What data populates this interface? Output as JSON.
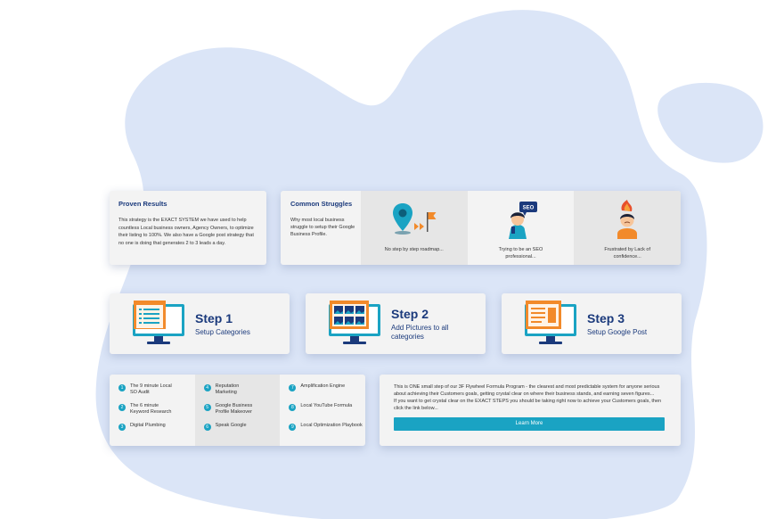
{
  "colors": {
    "blob": "#dbe5f7",
    "navy": "#1b3a7c",
    "accent": "#1aa3c3",
    "orange": "#f28a2a"
  },
  "proven": {
    "title": "Proven Results",
    "body": "This strategy is the EXACT SYSTEM we have used to help countless Local business owners, Agency Owners, to optimize their listing to 100%. We also have a Google post strategy that no one is doing that generates 2 to 3 leads a day."
  },
  "struggles": {
    "title": "Common Struggles",
    "body": "Why most local business struggle to setup their Google Business Profile.",
    "items": [
      {
        "icon": "roadmap-icon",
        "caption": "No step by step roadmap..."
      },
      {
        "icon": "seo-person-icon",
        "badge": "SEO",
        "caption": "Trying to be an SEO professional..."
      },
      {
        "icon": "frustrated-person-icon",
        "caption": "Frustrated by Lack of confidence..."
      }
    ]
  },
  "steps": [
    {
      "title": "Step 1",
      "subtitle": "Setup Categories"
    },
    {
      "title": "Step 2",
      "subtitle": "Add Pictures to all categories"
    },
    {
      "title": "Step 3",
      "subtitle": "Setup Google Post"
    }
  ],
  "modules": [
    [
      {
        "num": "1",
        "label": "The 9 minute Local SO Audit"
      },
      {
        "num": "2",
        "label": "The 6 minute Keyword Research"
      },
      {
        "num": "3",
        "label": "Digital Plumbing"
      }
    ],
    [
      {
        "num": "4",
        "label": "Reputation Marketing"
      },
      {
        "num": "5",
        "label": "Google Business Profile Makeover"
      },
      {
        "num": "6",
        "label": "Speak Google"
      }
    ],
    [
      {
        "num": "7",
        "label": "Amplification Engine"
      },
      {
        "num": "8",
        "label": "Local YouTube Formula"
      },
      {
        "num": "9",
        "label": "Local Optimization Playbook"
      }
    ]
  ],
  "cta": {
    "para1": "This is ONE small step of our 3F Flywheel Formula Program - the clearest and most predictable system for anyone serious about achieving their Customers goals, getting crystal clear on where their business stands, and earning seven figures...",
    "para2": "If you want to get crystal clear on the EXACT STEPS you should be taking right now to achieve your Customers goals, then click the link below...",
    "button": "Learn More"
  }
}
